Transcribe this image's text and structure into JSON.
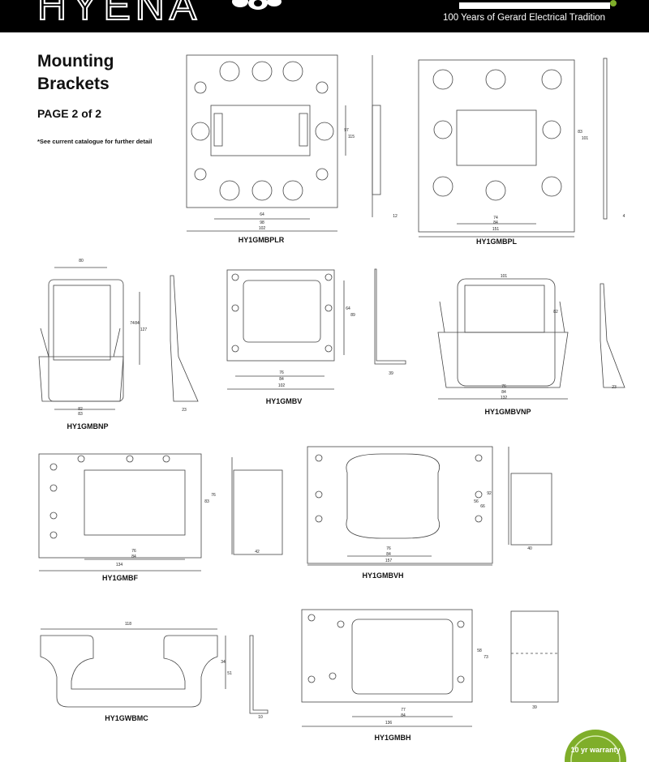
{
  "header": {
    "logo_text": "HYENA",
    "tagline": "100 Years of Gerard Electrical Tradition"
  },
  "document": {
    "title_line1": "Mounting",
    "title_line2": "Brackets",
    "page_label": "PAGE 2 of 2",
    "note": "*See current catalogue for further detail"
  },
  "products": [
    {
      "code": "HY1GMBPLR",
      "dims": [
        "64",
        "98",
        "102",
        "97",
        "115",
        "12"
      ]
    },
    {
      "code": "HY1GMBPL",
      "dims": [
        "74",
        "84",
        "151",
        "83",
        "101",
        "4"
      ]
    },
    {
      "code": "HY1GMBNP",
      "dims": [
        "80",
        "74",
        "84",
        "127",
        "82",
        "83",
        "23"
      ]
    },
    {
      "code": "HY1GMBV",
      "dims": [
        "76",
        "84",
        "102",
        "64",
        "89",
        "39"
      ]
    },
    {
      "code": "HY1GMBVNP",
      "dims": [
        "101",
        "82",
        "76",
        "84",
        "132",
        "23"
      ]
    },
    {
      "code": "HY1GMBF",
      "dims": [
        "76",
        "84",
        "134",
        "83",
        "76",
        "42"
      ]
    },
    {
      "code": "HY1GMBVH",
      "dims": [
        "76",
        "84",
        "157",
        "56",
        "66",
        "92",
        "40"
      ]
    },
    {
      "code": "HY1GWBMC",
      "dims": [
        "118",
        "34",
        "51",
        "10"
      ]
    },
    {
      "code": "HY1GMBH",
      "dims": [
        "77",
        "84",
        "136",
        "58",
        "73",
        "39"
      ]
    }
  ],
  "seal": {
    "text": "10 yr warranty",
    "color": "#7fae2a"
  }
}
